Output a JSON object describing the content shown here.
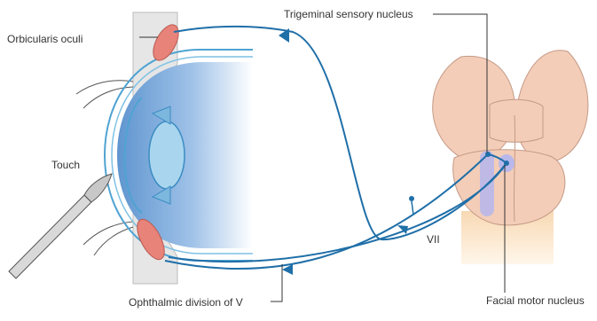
{
  "labels": {
    "orbicularis": "Orbicularis oculi",
    "touch": "Touch",
    "trigeminal": "Trigeminal sensory nucleus",
    "vii": "VII",
    "ophthalmic": "Ophthalmic division of V",
    "facial": "Facial motor nucleus"
  },
  "colors": {
    "nerve": "#1f6fa8",
    "muscle": "#e8837a",
    "brainstem": "#f3cdb8",
    "nucleus": "#b9b8ea",
    "skin": "#e6e6e6",
    "eye": "#a9d6ee",
    "spinal_cord": "#fbe4c5"
  }
}
